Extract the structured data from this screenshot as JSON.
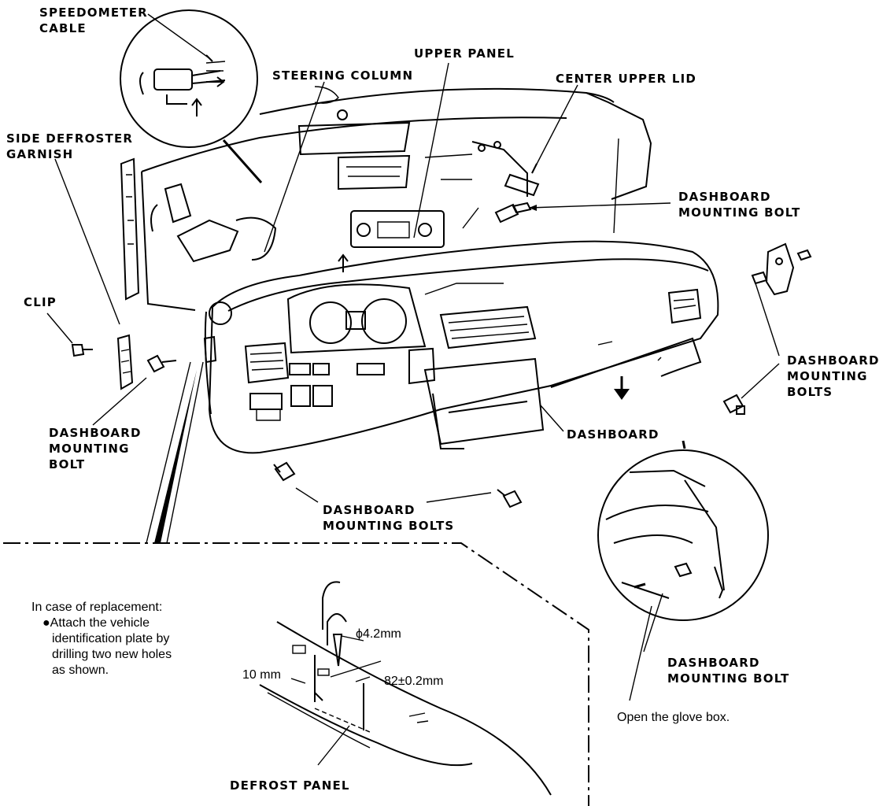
{
  "labels": {
    "speedometer_cable_1": "SPEEDOMETER",
    "speedometer_cable_2": "CABLE",
    "upper_panel": "UPPER PANEL",
    "steering_column": "STEERING COLUMN",
    "center_upper_lid": "CENTER UPPER LID",
    "side_defroster_1": "SIDE DEFROSTER",
    "side_defroster_2": "GARNISH",
    "dash_bolt_right_top_1": "DASHBOARD",
    "dash_bolt_right_top_2": "MOUNTING BOLT",
    "clip": "CLIP",
    "dash_bolts_right_1": "DASHBOARD",
    "dash_bolts_right_2": "MOUNTING",
    "dash_bolts_right_3": "BOLTS",
    "dash_bolt_left_1": "DASHBOARD",
    "dash_bolt_left_2": "MOUNTING",
    "dash_bolt_left_3": "BOLT",
    "dashboard": "DASHBOARD",
    "dash_bolts_bottom_1": "DASHBOARD",
    "dash_bolts_bottom_2": "MOUNTING BOLTS",
    "dash_bolt_glove_1": "DASHBOARD",
    "dash_bolt_glove_2": "MOUNTING BOLT",
    "defrost_panel": "DEFROST PANEL"
  },
  "notes": {
    "replacement_title": "In case of replacement:",
    "replacement_line1": "●Attach the vehicle",
    "replacement_line2": "identification plate by",
    "replacement_line3": "drilling two new holes",
    "replacement_line4": "as shown.",
    "open_glove_box": "Open the glove box.",
    "dim_hole": "ϕ4.2mm",
    "dim_spacing": "82±0.2mm",
    "dim_edge": "10 mm"
  }
}
